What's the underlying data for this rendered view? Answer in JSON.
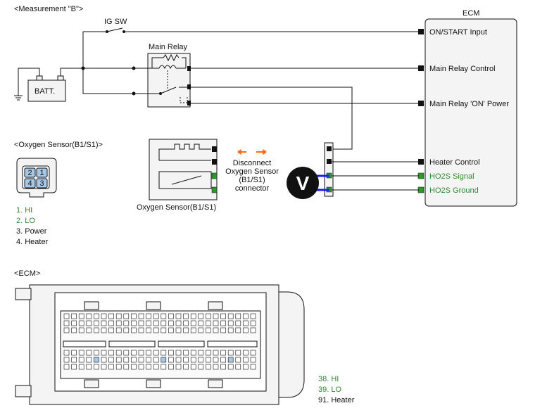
{
  "measurement_title": "<Measurement \"B\">",
  "ig_sw": "IG SW",
  "main_relay": "Main Relay",
  "batt": "BATT.",
  "ecm": {
    "title": "ECM",
    "terminals": [
      {
        "label": "ON/START Input"
      },
      {
        "label": "Main Relay Control"
      },
      {
        "label": "Main Relay 'ON' Power"
      },
      {
        "label": "Heater Control"
      },
      {
        "label": "HO2S  Signal",
        "color": "#2e8b2e"
      },
      {
        "label": "HO2S  Ground",
        "color": "#2e8b2e"
      }
    ]
  },
  "disconnect_note": [
    "Disconnect",
    "Oxygen Sensor",
    "(B1/S1)",
    "connector"
  ],
  "voltmeter": "V",
  "sensor_label": "Oxygen Sensor(B1/S1)",
  "sensor_section_title": "<Oxygen Sensor(B1/S1)>",
  "sensor_pins": [
    "2",
    "1",
    "4",
    "3"
  ],
  "sensor_legend": [
    {
      "text": "1. HI",
      "color": "#2e8b2e"
    },
    {
      "text": "2. LO",
      "color": "#2e8b2e"
    },
    {
      "text": "3. Power",
      "color": "#111111"
    },
    {
      "text": "4. Heater",
      "color": "#111111"
    }
  ],
  "ecm_section_title": "<ECM>",
  "ecm_legend": [
    {
      "text": "38. HI",
      "color": "#2e8b2e"
    },
    {
      "text": "39. LO",
      "color": "#2e8b2e"
    },
    {
      "text": "91. Heater",
      "color": "#111111"
    }
  ],
  "colors": {
    "signal_wire": "#1a1aff",
    "highlight": "#2e8b2e",
    "arrow": "#ff6a1a"
  }
}
